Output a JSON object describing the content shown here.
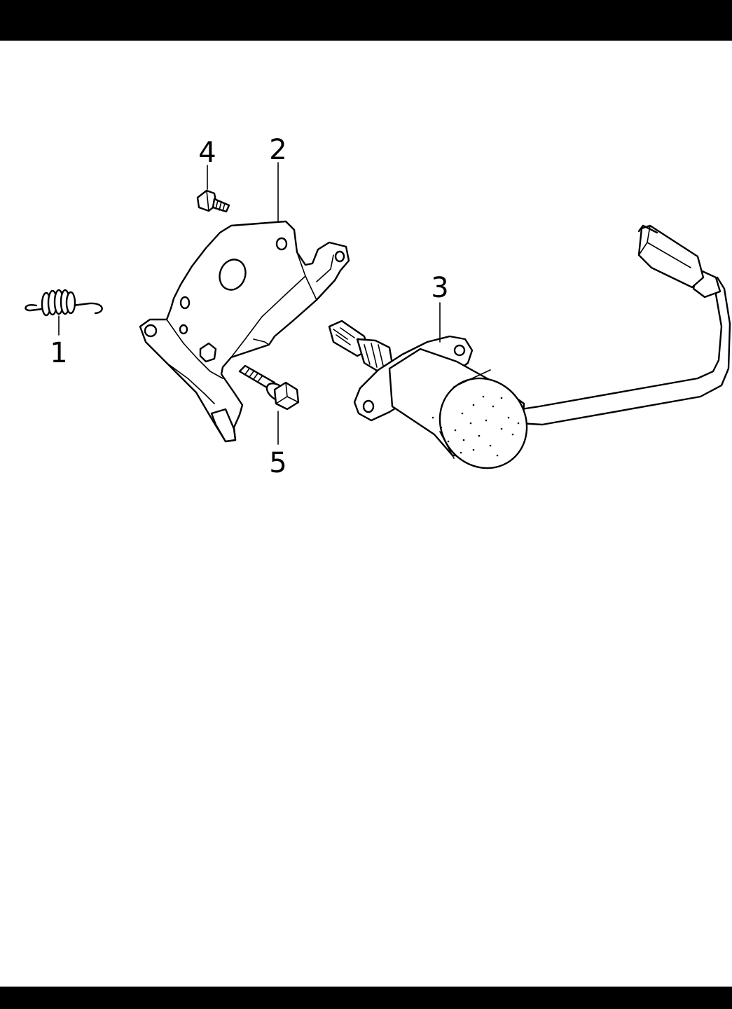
{
  "callouts": {
    "part_1": "1",
    "part_2": "2",
    "part_3": "3",
    "part_4": "4",
    "part_5": "5"
  },
  "colors": {
    "bars": "#000000",
    "linework": "#000000",
    "background": "#ffffff"
  }
}
